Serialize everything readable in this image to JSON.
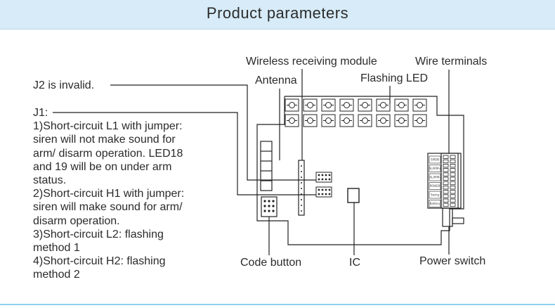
{
  "header": {
    "title": "Product parameters"
  },
  "notes": {
    "j2": "J2 is invalid.",
    "j1_lines": [
      "J1:",
      "1)Short-circuit L1 with jumper:",
      "siren will not make sound for",
      "arm/ disarm operation. LED18",
      "and 19 will be on under arm",
      "status.",
      "2)Short-circuit H1 with jumper:",
      "siren will make sound for arm/",
      "disarm operation.",
      "3)Short-circuit L2: flashing",
      "method 1",
      "4)Short-circuit H2: flashing",
      "method 2"
    ]
  },
  "labels": {
    "wireless_module": "Wireless receiving module",
    "wire_terminals": "Wire terminals",
    "antenna": "Antenna",
    "flashing_led": "Flashing LED",
    "code_button": "Code button",
    "ic": "IC",
    "power_switch": "Power switch"
  },
  "terminal_labels": [
    "SIREN",
    "ALARM+",
    "ALARM-",
    "POWER",
    "Swing",
    "Battery"
  ]
}
